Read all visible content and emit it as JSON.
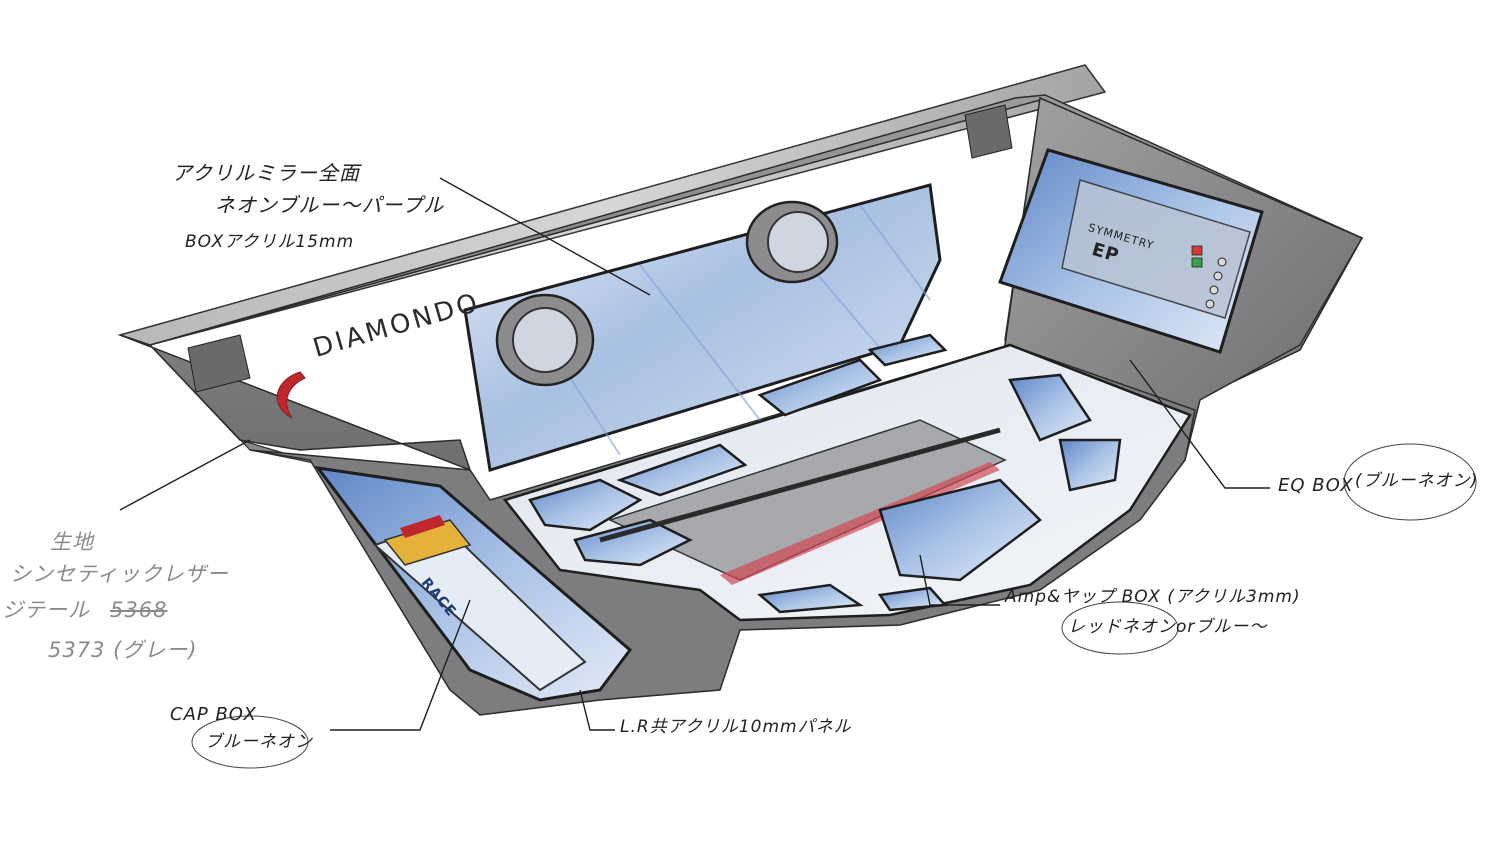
{
  "brand": {
    "text": "DIAMONDO",
    "swoosh_color": "#c0272d"
  },
  "labels": {
    "mirror_line1": "アクリルミラー全面",
    "mirror_line2": "ネオンブルー〜パープル",
    "box_acrylic": "BOXアクリル15mm",
    "eq_box": "EQ BOX",
    "eq_box_note": "(ブルーネオン)",
    "amp_box": "Amp&ヤップ BOX (アクリル3mm)",
    "amp_box_note": "レッドネオンorブルー〜",
    "panel_note": "L.R共アクリル10mmパネル",
    "cap_box": "CAP BOX",
    "cap_box_note": "ブルーネオン",
    "material_line1": "生地",
    "material_line2": "シンセティックレザー",
    "material_line3": "ジテール",
    "material_struck": "5368",
    "material_line4": "5373 (グレー)"
  },
  "device_text": {
    "eq_brand": "SYMMETRY",
    "eq_model": "EP",
    "cap_text": "RACE"
  },
  "colors": {
    "panel": "#8d8d8f",
    "panel_dark": "#505052",
    "acrylic_blue": "#7fa3d6",
    "acrylic_light": "#dfe8f5",
    "neon_red": "#d24a55",
    "cap_yellow": "#e6b13a",
    "ink": "#1f1f1f"
  }
}
